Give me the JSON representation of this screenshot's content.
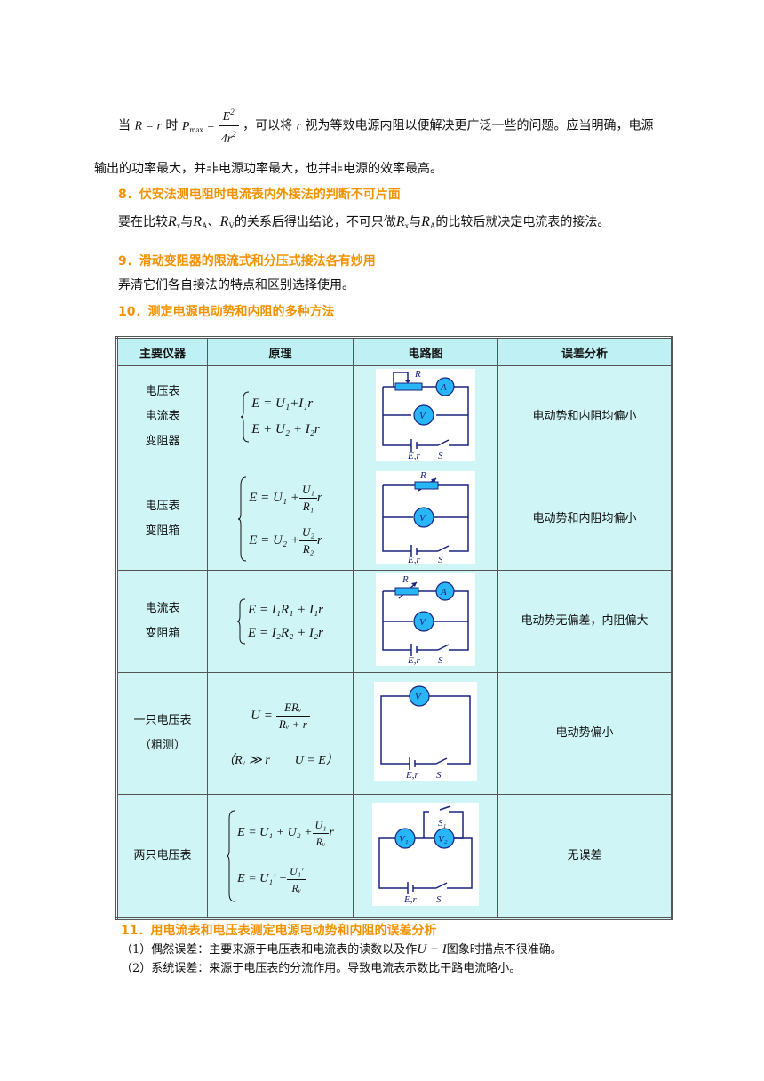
{
  "intro": {
    "line1_a": "当",
    "cond": "R = r",
    "line1_b": "时",
    "pmax": "P",
    "pmax_sub": "max",
    "eq": "=",
    "num": "E",
    "num_sup": "2",
    "den": "4r",
    "den_sup": "2",
    "line1_c": "，可以将",
    "r": "r",
    "line1_d": "视为等效电源内阻以便解决更广泛一些的问题。应当明确，电源",
    "line2": "输出的功率最大，并非电源功率最大，也并非电源的效率最高。"
  },
  "s8": {
    "heading": "8．伏安法测电阻时电流表内外接法的判断不可片面",
    "t1": "要在比较",
    "rx": "R",
    "x": "x",
    "t2": "与",
    "ra": "R",
    "a": "A",
    "t3": "、",
    "rv": "R",
    "v": "V",
    "t4": "的关系后得出结论，不可只做",
    "t5": "与",
    "t6": "的比较后就决定电流表的接法。"
  },
  "s9": {
    "heading": "9．滑动变阻器的限流式和分压式接法各有妙用",
    "text": "弄清它们各自接法的特点和区别选择使用。"
  },
  "s10": {
    "heading": "10．测定电源电动势和内阻的多种方法"
  },
  "table": {
    "headers": [
      "主要仪器",
      "原理",
      "电路图",
      "误差分析"
    ],
    "rows": [
      {
        "instruments": [
          "电压表",
          "电流表",
          "变阻器"
        ],
        "eq1": "E = U₁+I₁r",
        "eq2": "E + U₂ + I₂r",
        "error": "电动势和内阻均偏小"
      },
      {
        "instruments": [
          "电压表",
          "变阻箱"
        ],
        "eq1_left": "E = U₁ +",
        "eq1_num": "U₁",
        "eq1_den": "R₁",
        "eq1_r": "r",
        "eq2_left": "E = U₂ +",
        "eq2_num": "U₂",
        "eq2_den": "R₂",
        "eq2_r": "r",
        "error": "电动势和内阻均偏小"
      },
      {
        "instruments": [
          "电流表",
          "变阻箱"
        ],
        "eq1": "E = I₁R₁ + I₁r",
        "eq2": "E = I₂R₂ + I₂r",
        "error": "电动势无偏差，内阻偏大"
      },
      {
        "instruments": [
          "一只电压表",
          "（粗测）"
        ],
        "eq_left": "U =",
        "eq_num": "ERᵥ",
        "eq_den": "Rᵥ + r",
        "cond": "（Rᵥ ≫ r　　U = E）",
        "error": "电动势偏小"
      },
      {
        "instruments": [
          "两只电压表"
        ],
        "eq1_left": "E = U₁ + U₂ +",
        "eq1_num": "U₁",
        "eq1_den": "Rᵥ",
        "eq1_r": "r",
        "eq2_left": "E = U₁' +",
        "eq2_num": "U₁'",
        "eq2_den": "Rᵥ",
        "error": "无误差"
      }
    ],
    "circuit_labels": {
      "R": "R",
      "A": "A",
      "V": "V",
      "Er": "E,r",
      "S": "S",
      "V1": "V₁",
      "V2": "V₂",
      "S1": "S₁"
    }
  },
  "s11": {
    "heading": "11．用电流表和电压表测定电源电动势和内阻的误差分析",
    "l1_a": "（1）偶然误差：主要来源于电压表和电流表的读数以及作",
    "l1_ui": "U − I",
    "l1_b": "图象时描点不很准确。",
    "l2": "（2）系统误差：来源于电压表的分流作用。导致电流表示数比干路电流略小。"
  }
}
